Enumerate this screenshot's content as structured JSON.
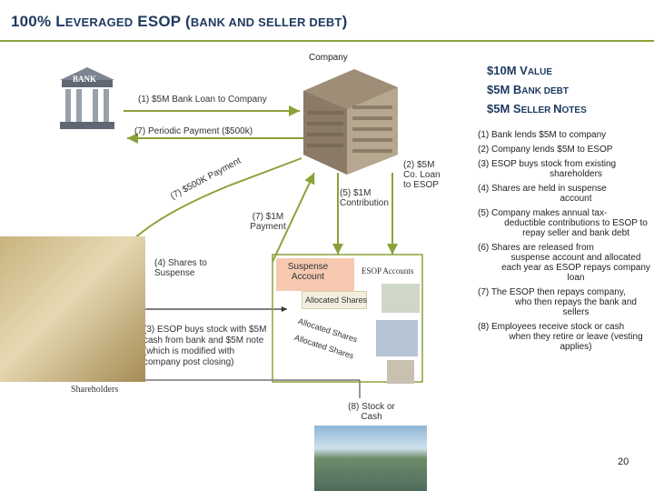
{
  "title": {
    "main": "100% L",
    "rest1": "EVERAGED",
    "esop": " ESOP (",
    "rest2": "BANK AND SELLER DEBT",
    "end": ")"
  },
  "bank_sign": "BANK",
  "company_label": "Company",
  "deal_summary": {
    "line1_big": "$10M V",
    "line1_small": "ALUE",
    "line2_big": "$5M B",
    "line2_small": "ANK DEBT",
    "line3_big": "$5M S",
    "line3_small": "ELLER ",
    "line3_big2": "N",
    "line3_small2": "OTES"
  },
  "flows": {
    "bank_loan": "(1) $5M Bank Loan to Company",
    "periodic_payment": "(7) Periodic Payment ($500k)",
    "payment_curved": "(7) $500K Payment",
    "esop_payment": "(7) $1M Payment",
    "co_loan": "(2) $5M Co. Loan to ESOP",
    "contribution": "(5) $1M Contribution",
    "shares_suspense": "(4) Shares to Suspense",
    "stock_purchase": "(3) ESOP buys stock with $5M cash from bank and $5M note (which is modified with company post closing)",
    "stock_cash": "(8) Stock or Cash"
  },
  "esop_account": {
    "title": "ESOP Accounts",
    "suspense": "Suspense Account",
    "allocated_box": "Allocated Shares",
    "allocated_1": "Allocated Shares",
    "allocated_2": "Allocated Shares"
  },
  "shareholders_label": "Shareholders",
  "notes": [
    {
      "first": "(1) Bank lends  $5M to company",
      "cont": ""
    },
    {
      "first": "(2) Company lends $5M to ESOP",
      "cont": ""
    },
    {
      "first": "(3) ESOP buys stock from existing",
      "cont": "shareholders"
    },
    {
      "first": "(4) Shares are held in suspense",
      "cont": "account"
    },
    {
      "first": "(5) Company makes annual tax-",
      "cont": "deductible contributions to ESOP to repay seller and bank debt"
    },
    {
      "first": "(6) Shares are released from",
      "cont": "suspense account and allocated each year as ESOP repays company loan"
    },
    {
      "first": "(7) The ESOP then repays company,",
      "cont": "who then repays the bank and sellers"
    },
    {
      "first": "(8) Employees receive stock or cash",
      "cont": "when they retire or leave (vesting applies)"
    }
  ],
  "page_number": "20",
  "colors": {
    "arrow": "#8aa23a",
    "title": "#1e3a5f",
    "suspense": "#f6c9b0"
  }
}
